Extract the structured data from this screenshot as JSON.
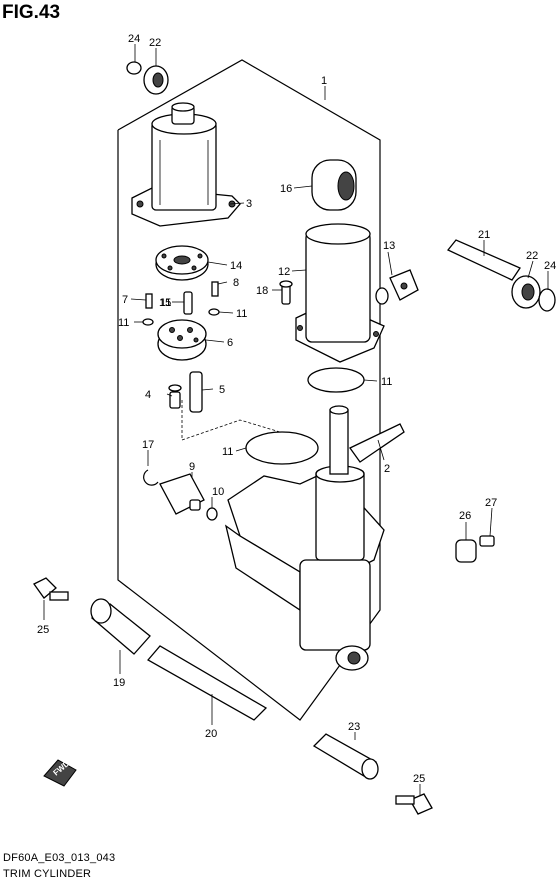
{
  "header": {
    "figure": "FIG.43"
  },
  "footer": {
    "code": "DF60A_E03_013_043",
    "caption": "TRIM CYLINDER"
  },
  "callouts": [
    "1",
    "2",
    "3",
    "4",
    "5",
    "6",
    "7",
    "8",
    "9",
    "10",
    "11",
    "11",
    "11",
    "11",
    "11",
    "12",
    "13",
    "14",
    "15",
    "16",
    "17",
    "18",
    "19",
    "20",
    "21",
    "22",
    "22",
    "23",
    "24",
    "24",
    "25",
    "25",
    "26",
    "27"
  ],
  "badge": {
    "label": "FWD"
  }
}
